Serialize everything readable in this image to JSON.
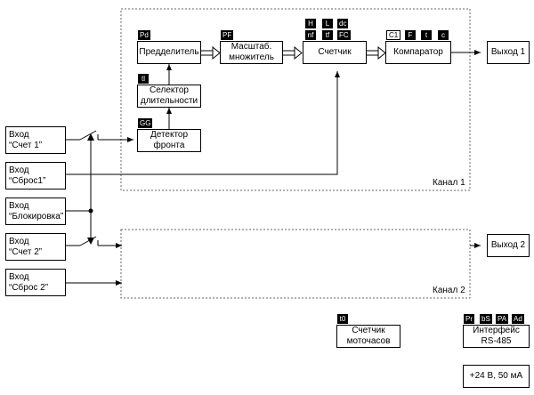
{
  "channel1": {
    "label": "Канал 1"
  },
  "channel2": {
    "label": "Канал 2"
  },
  "blocks": {
    "divider": "Предделитель",
    "scaler": "Масштаб.\nмножитель",
    "counter": "Счетчик",
    "comparator": "Компаратор",
    "output1": "Выход 1",
    "output2": "Выход 2",
    "duration_selector": "Селектор\nдлительности",
    "edge_detector": "Детектор\nфронта",
    "hour_meter": "Счетчик\nмоточасов",
    "rs485": "Интерфейс\nRS-485",
    "power": "+24 В, 50 мА"
  },
  "inputs": {
    "count1": "Вход\n“Счет 1”",
    "reset1": "Вход\n“Сброс1”",
    "block": "Вход\n“Блокировка”",
    "count2": "Вход\n“Счет 2”",
    "reset2": "Вход\n“Сброс 2”"
  },
  "tags": {
    "pd": "Pd",
    "pf": "PF",
    "h": "H",
    "l": "L",
    "dc": "dc",
    "nf": "nf",
    "tf": "tf",
    "fc": "FC",
    "c1": "C1",
    "f": "F",
    "t": "t",
    "c": "c",
    "tl": "tl",
    "gg": "GG",
    "t0": "t0",
    "pr": "Pr",
    "bs": "bS",
    "pa": "PA",
    "ad": "Ad"
  }
}
